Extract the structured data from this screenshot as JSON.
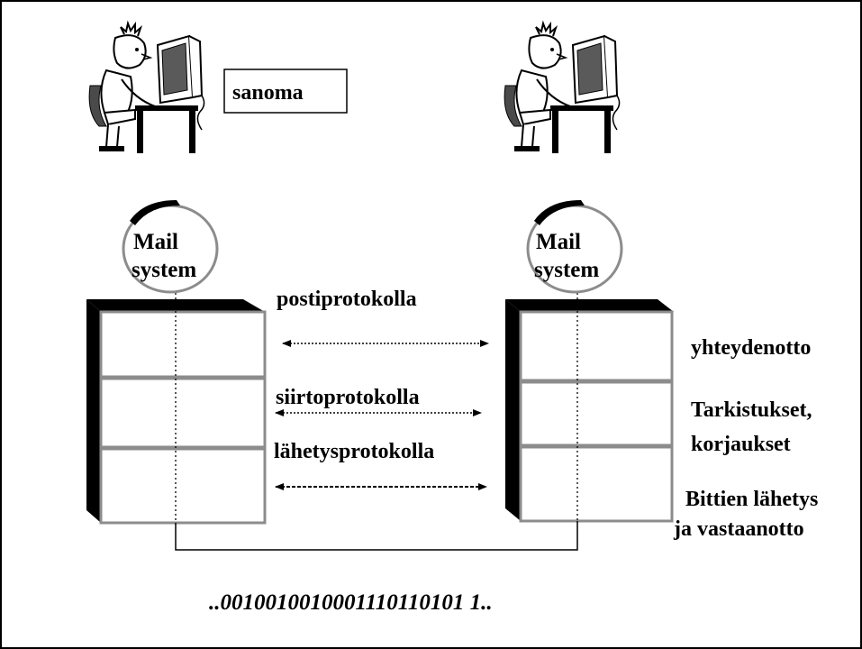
{
  "message": {
    "label": "sanoma"
  },
  "mail_system": {
    "left": {
      "line1": "Mail",
      "line2": "system"
    },
    "right": {
      "line1": "Mail",
      "line2": "system"
    }
  },
  "protocols": {
    "mail": "postiprotokolla",
    "transfer": "siirtoprotokolla",
    "transmission": "lähetysprotokolla"
  },
  "layers": {
    "top": "yhteydenotto",
    "middle_1": "Tarkistukset,",
    "middle_2": "korjaukset",
    "bottom_1": "Bittien lähetys",
    "bottom_2": "ja vastaanotto"
  },
  "bitstream": "..0010010010001110110101 1..",
  "colors": {
    "frame": "#000000",
    "box_border": "#8c8c8c",
    "stack_side": "#000000",
    "monitor_screen": "#5a5a5a",
    "chair": "#4a4a4a"
  }
}
